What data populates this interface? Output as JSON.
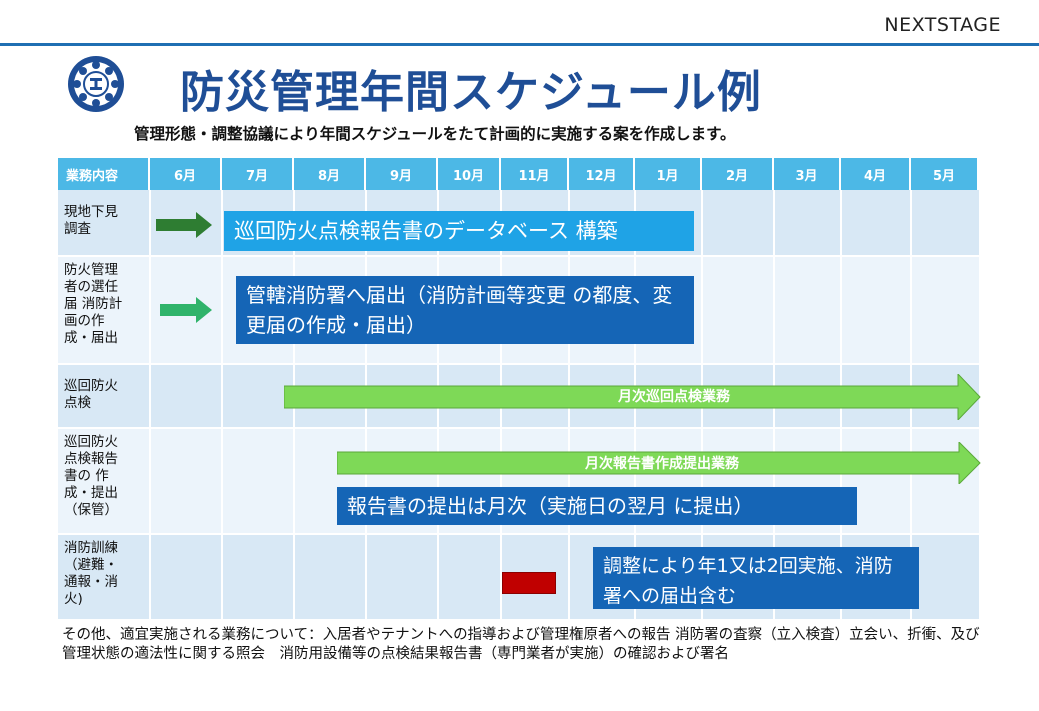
{
  "brand": "NEXTSTAGE",
  "title": "防災管理年間スケジュール例",
  "subtitle": "管理形態・調整協議により年間スケジュールをたて計画的に実施する案を作成します。",
  "table": {
    "header": [
      "業務内容",
      "6月",
      "7月",
      "8月",
      "9月",
      "10月",
      "11月",
      "12月",
      "1月",
      "2月",
      "3月",
      "4月",
      "5月"
    ],
    "rows": [
      {
        "label": "現地下見\n調査"
      },
      {
        "label": "防火管理\n者の選任\n届 消防計\n画の作\n成・届出"
      },
      {
        "label": "巡回防火\n点検"
      },
      {
        "label": "巡回防火\n点検報告\n書の 作\n成・提出\n（保管）"
      },
      {
        "label": "消防訓練\n（避難・\n通報・消\n火)"
      }
    ]
  },
  "boxes": {
    "database": "巡回防火点検報告書のデータベース 構築",
    "fire_manager": "管轄消防署へ届出（消防計画等変更 の都度、変更届の作成・届出）",
    "monthly_patrol": "月次巡回点検業務",
    "monthly_report": "月次報告書作成提出業務",
    "report_note": "報告書の提出は月次（実施日の翌月 に提出）",
    "drill_note": "調整により年1又は2回実施、消防署への届出含む"
  },
  "footer": "その他、適宜実施される業務について：入居者やテナントへの指導および管理権原者への報告 消防署の査察（立入検査）立会い、折衝、及び管理状態の適法性に関する照会　消防用設備等の点検結果報告書（専門業者が実施）の確認および署名",
  "colors": {
    "accent": "#1f4e96",
    "header": "#4cb8e6",
    "cell_a": "#dcebf7",
    "cell_b": "#eef5fb",
    "arrow_green": "#7ed957",
    "drill_marker": "#c00000"
  }
}
